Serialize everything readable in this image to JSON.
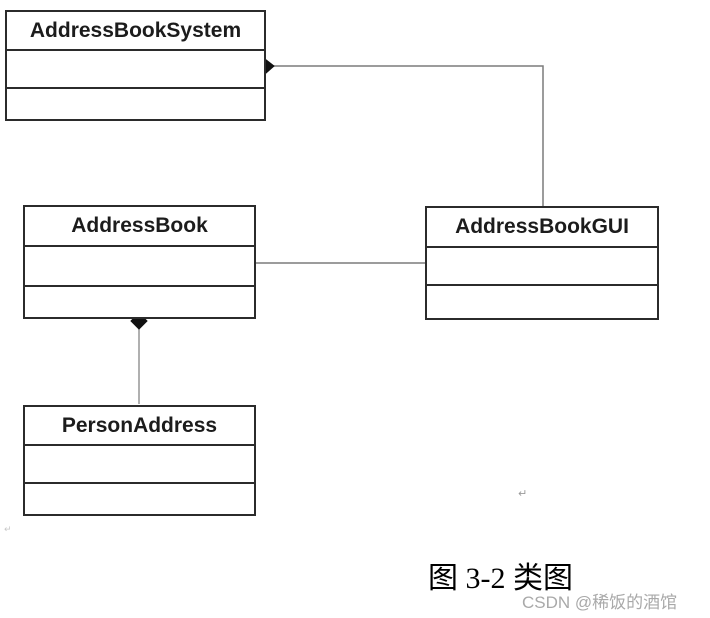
{
  "diagram": {
    "classes": [
      {
        "id": "address-book-system",
        "name": "AddressBookSystem"
      },
      {
        "id": "address-book",
        "name": "AddressBook"
      },
      {
        "id": "address-book-gui",
        "name": "AddressBookGUI"
      },
      {
        "id": "person-address",
        "name": "PersonAddress"
      }
    ],
    "relationships": [
      {
        "type": "composition",
        "from": "AddressBookSystem",
        "to": "AddressBookGUI"
      },
      {
        "type": "association",
        "from": "AddressBook",
        "to": "AddressBookGUI"
      },
      {
        "type": "composition",
        "from": "AddressBook",
        "to": "PersonAddress"
      }
    ],
    "caption": "图 3-2 类图",
    "watermark": "CSDN @稀饭的酒馆",
    "paragraph_mark": "↵",
    "colors": {
      "border": "#2b2b2b",
      "connector": "#7c7c7c",
      "diamond": "#111111",
      "watermark": "#a9a9a9"
    }
  }
}
